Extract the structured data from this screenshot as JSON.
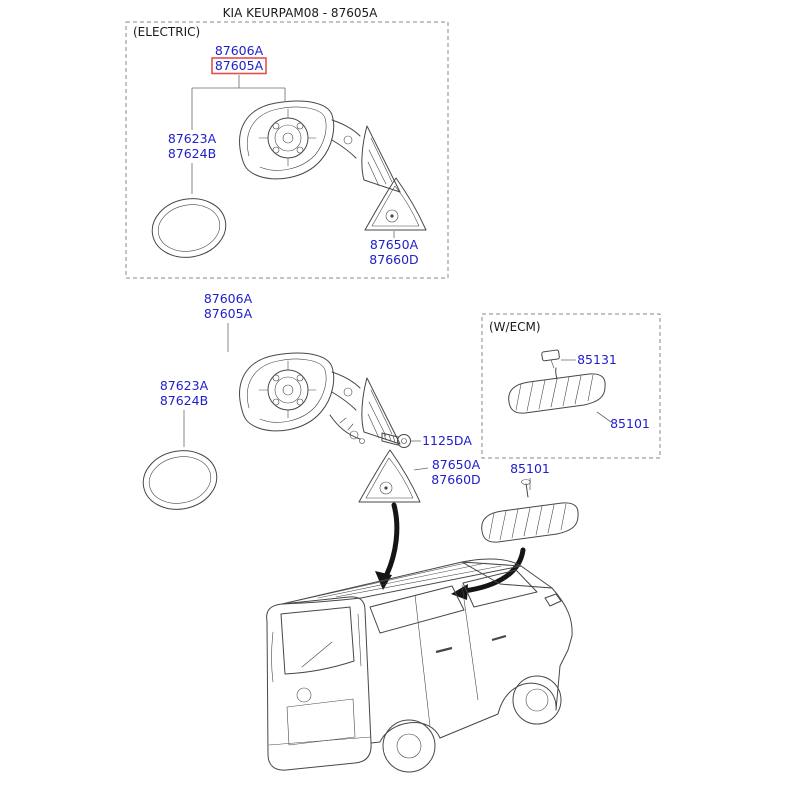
{
  "title": "KIA KEURPAM08 - 87605A",
  "sections": {
    "electric": {
      "label": "(ELECTRIC)",
      "parts": {
        "a87606": "87606A",
        "a87605": "87605A",
        "a87623": "87623A",
        "a87624": "87624B",
        "a87650": "87650A",
        "a87660": "87660D"
      }
    },
    "main": {
      "parts": {
        "a87606": "87606A",
        "a87605": "87605A",
        "a87623": "87623A",
        "a87624": "87624B",
        "a1125": "1125DA",
        "a87650": "87650A",
        "a87660": "87660D",
        "a85101": "85101"
      }
    },
    "wecm": {
      "label": "(W/ECM)",
      "parts": {
        "a85131": "85131",
        "a85101": "85101"
      }
    }
  },
  "colors": {
    "part_label": "#1e1ecb",
    "highlight": "#e5504f",
    "sketch": "#474747"
  }
}
